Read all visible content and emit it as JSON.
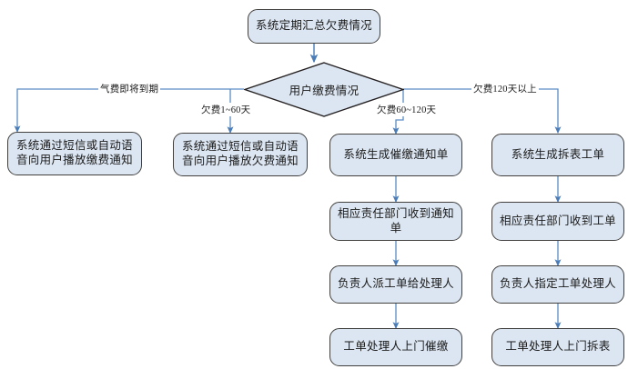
{
  "diagram": {
    "type": "flowchart",
    "title_node": {
      "label": "系统定期汇总欠费情况"
    },
    "decision": {
      "label": "用户缴费情况"
    },
    "branch_labels": [
      {
        "key": "gas-expiring",
        "label": "气费即将到期"
      },
      {
        "key": "arrears-1-60",
        "label": "欠费1~60天"
      },
      {
        "key": "arrears-60-120",
        "label": "欠费60~120天"
      },
      {
        "key": "arrears-120-plus",
        "label": "欠费120天以上"
      }
    ],
    "columns": [
      {
        "key": "col-gas-expiring",
        "steps": [
          {
            "label": "系统通过短信或自动语音向用户播放缴费通知"
          }
        ]
      },
      {
        "key": "col-arrears-1-60",
        "steps": [
          {
            "label": "系统通过短信或自动语音向用户播放欠费通知"
          }
        ]
      },
      {
        "key": "col-arrears-60-120",
        "steps": [
          {
            "label": "系统生成催缴通知单"
          },
          {
            "label": "相应责任部门收到通知单"
          },
          {
            "label": "负责人派工单给处理人"
          },
          {
            "label": "工单处理人上门催缴"
          }
        ]
      },
      {
        "key": "col-arrears-120-plus",
        "steps": [
          {
            "label": "系统生成拆表工单"
          },
          {
            "label": "相应责任部门收到工单"
          },
          {
            "label": "负责人指定工单处理人"
          },
          {
            "label": "工单处理人上门拆表"
          }
        ]
      }
    ],
    "colors": {
      "node_fill": "#dce6f2",
      "node_border": "#41403f",
      "connector": "#5b8cc4",
      "text": "#1a1a1a",
      "background": "#ffffff"
    }
  }
}
